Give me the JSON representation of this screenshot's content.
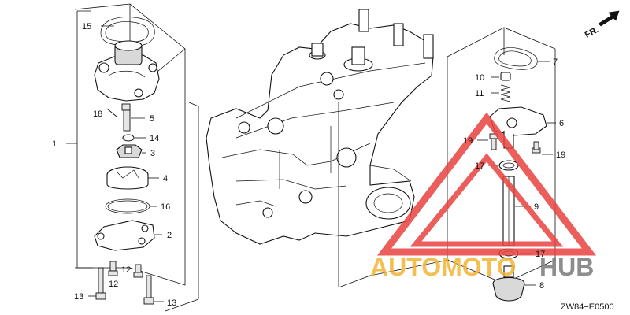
{
  "callouts": [
    {
      "id": "c1",
      "label": "1"
    },
    {
      "id": "c2",
      "label": "2"
    },
    {
      "id": "c3",
      "label": "3"
    },
    {
      "id": "c4",
      "label": "4"
    },
    {
      "id": "c5",
      "label": "5"
    },
    {
      "id": "c6",
      "label": "6"
    },
    {
      "id": "c7",
      "label": "7"
    },
    {
      "id": "c8",
      "label": "8"
    },
    {
      "id": "c9",
      "label": "9"
    },
    {
      "id": "c10",
      "label": "10"
    },
    {
      "id": "c11",
      "label": "11"
    },
    {
      "id": "c12a",
      "label": "12"
    },
    {
      "id": "c12b",
      "label": "12"
    },
    {
      "id": "c13a",
      "label": "13"
    },
    {
      "id": "c13b",
      "label": "13"
    },
    {
      "id": "c14",
      "label": "14"
    },
    {
      "id": "c15",
      "label": "15"
    },
    {
      "id": "c16",
      "label": "16"
    },
    {
      "id": "c17a",
      "label": "17"
    },
    {
      "id": "c17b",
      "label": "17"
    },
    {
      "id": "c18",
      "label": "18"
    },
    {
      "id": "c19a",
      "label": "19"
    },
    {
      "id": "c19b",
      "label": "19"
    }
  ],
  "direction_label": "FR.",
  "diagram_code": "ZW84−E0500",
  "watermark": {
    "brand_part1": "AUTOMOTO",
    "brand_part2": "HUB",
    "color_triangle": "#e8433f",
    "color_brand1": "#f2b436",
    "color_brand2": "#7a7a7a"
  }
}
